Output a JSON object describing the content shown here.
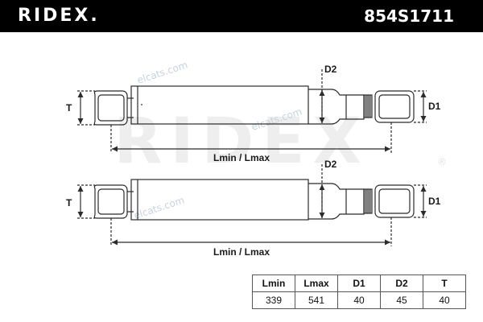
{
  "header": {
    "brand": "RIDEX.",
    "part_number": "854S1711"
  },
  "colors": {
    "header_bg": "#000000",
    "header_text": "#ffffff",
    "line": "#2b2b2b",
    "watermark": "#eeeeee"
  },
  "watermark": {
    "brand": "RIDEX",
    "registered": "®",
    "sites": [
      "elcats.com",
      "elcats.com",
      "elcats.com"
    ]
  },
  "diagram": {
    "top": {
      "label_T": "T",
      "label_D2": "D2",
      "label_D1": "D1",
      "label_length": "Lmin / Lmax"
    },
    "bottom": {
      "label_T": "T",
      "label_D2": "D2",
      "label_D1": "D1",
      "label_length": "Lmin / Lmax"
    }
  },
  "specs": {
    "headers": [
      "Lmin",
      "Lmax",
      "D1",
      "D2",
      "T"
    ],
    "values": [
      "339",
      "541",
      "40",
      "45",
      "40"
    ]
  }
}
